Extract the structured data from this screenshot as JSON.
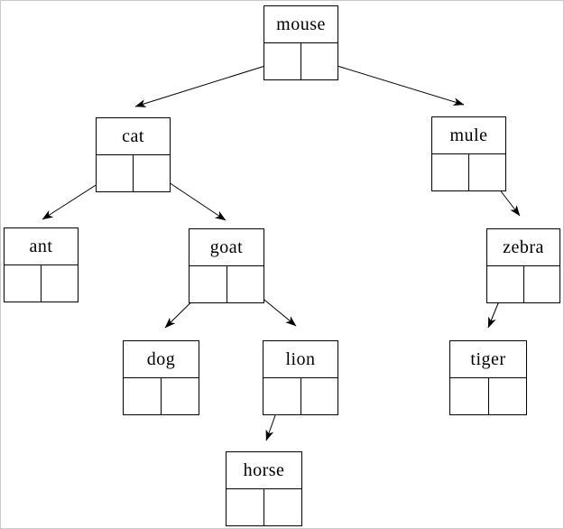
{
  "diagram": {
    "type": "binary-tree",
    "colors": {
      "line": "#000000",
      "text": "#000000",
      "node_background": "#ffffff",
      "page_background": "#ffffff",
      "frame_border": "#c9c9c9"
    },
    "nodes": [
      {
        "id": "mouse",
        "label": "mouse"
      },
      {
        "id": "cat",
        "label": "cat"
      },
      {
        "id": "mule",
        "label": "mule"
      },
      {
        "id": "ant",
        "label": "ant"
      },
      {
        "id": "goat",
        "label": "goat"
      },
      {
        "id": "zebra",
        "label": "zebra"
      },
      {
        "id": "dog",
        "label": "dog"
      },
      {
        "id": "lion",
        "label": "lion"
      },
      {
        "id": "tiger",
        "label": "tiger"
      },
      {
        "id": "horse",
        "label": "horse"
      }
    ],
    "edges": [
      {
        "from": "mouse",
        "pointer": "left",
        "to": "cat"
      },
      {
        "from": "mouse",
        "pointer": "right",
        "to": "mule"
      },
      {
        "from": "cat",
        "pointer": "left",
        "to": "ant"
      },
      {
        "from": "cat",
        "pointer": "right",
        "to": "goat"
      },
      {
        "from": "mule",
        "pointer": "right",
        "to": "zebra"
      },
      {
        "from": "goat",
        "pointer": "left",
        "to": "dog"
      },
      {
        "from": "goat",
        "pointer": "right",
        "to": "lion"
      },
      {
        "from": "zebra",
        "pointer": "left",
        "to": "tiger"
      },
      {
        "from": "lion",
        "pointer": "left",
        "to": "horse"
      }
    ]
  }
}
